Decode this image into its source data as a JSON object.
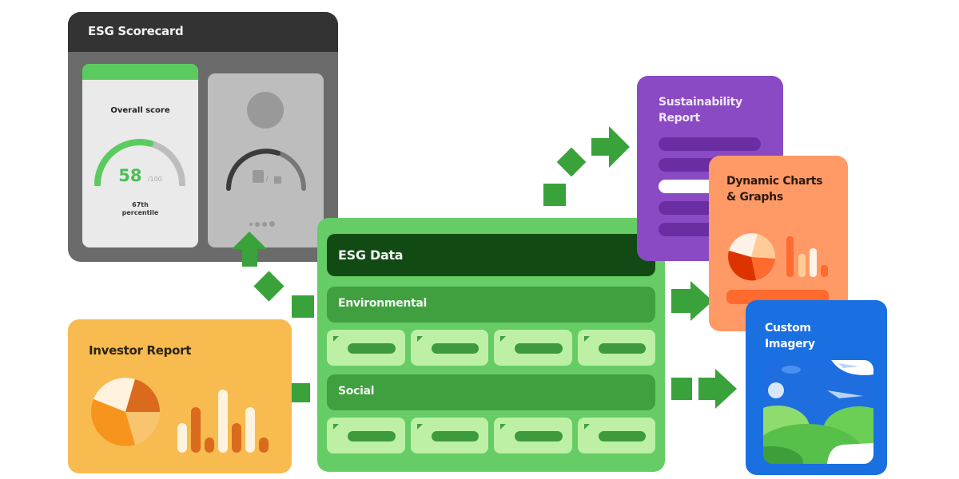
{
  "diagram": {
    "title": "ESG data distribution"
  },
  "scorecard": {
    "title": "ESG Scorecard",
    "card_label": "Overall score",
    "score": "58",
    "score_max": "/100",
    "score_fraction": 0.58,
    "percentile_line1": "67th",
    "percentile_line2": "percentile",
    "placeholder_sep": "/",
    "page_dots": 4
  },
  "esg_data": {
    "title": "ESG Data",
    "sections": [
      {
        "label": "Environmental",
        "tiles": 4
      },
      {
        "label": "Social",
        "tiles": 4
      }
    ]
  },
  "outputs": {
    "sustainability": {
      "line1": "Sustainability",
      "line2": "Report"
    },
    "charts": {
      "line1": "Dynamic Charts",
      "line2": "& Graphs"
    },
    "imagery": {
      "line1": "Custom",
      "line2": "Imagery"
    },
    "investor": {
      "title": "Investor Report"
    }
  },
  "colors": {
    "arrow": "#3aa23a",
    "scorecard_bg": "#6b6b6b",
    "esg_green": "#66cc66",
    "esg_dark": "#124a14",
    "sustainability": "#8a4ac4",
    "charts": "#ff9a66",
    "imagery": "#1a70e0",
    "investor": "#f7bb50"
  }
}
